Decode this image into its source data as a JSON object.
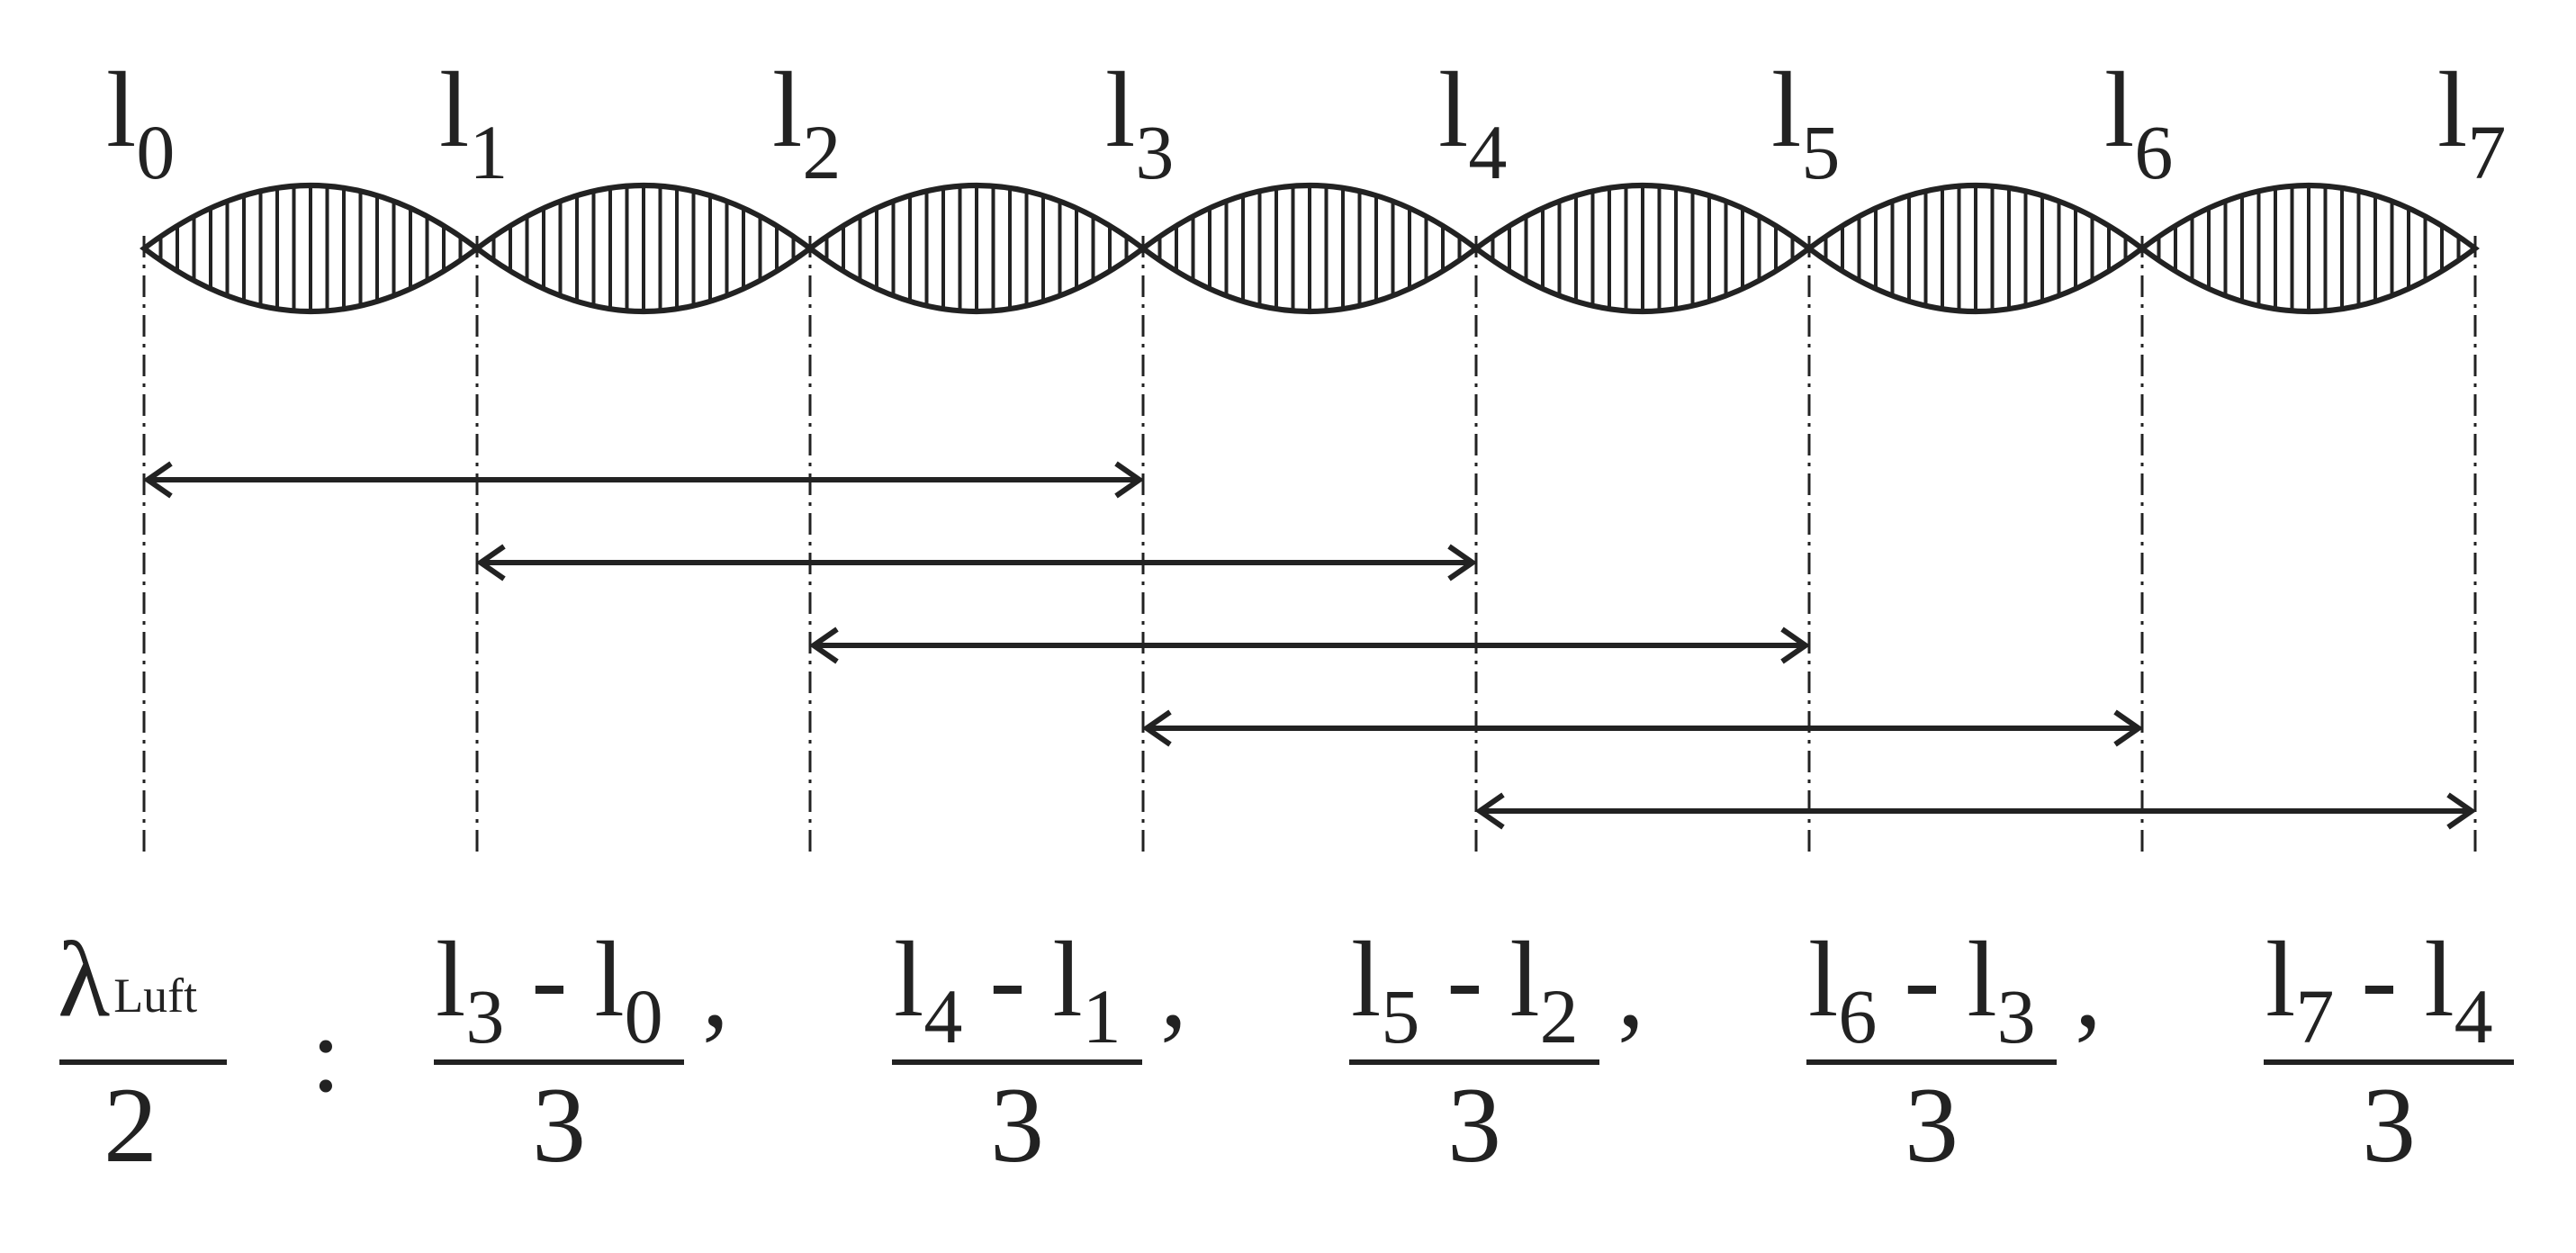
{
  "positions": {
    "main": "l",
    "subs": [
      "0",
      "1",
      "2",
      "3",
      "4",
      "5",
      "6",
      "7"
    ]
  },
  "intervals": [
    [
      0,
      3
    ],
    [
      1,
      4
    ],
    [
      2,
      5
    ],
    [
      3,
      6
    ],
    [
      4,
      7
    ]
  ],
  "formula": {
    "lhs": {
      "symbol": "λ",
      "subscript": "Luft",
      "denominator": "2"
    },
    "colon": ":",
    "separator": ",",
    "fractions": [
      {
        "a_main": "l",
        "a_sub": "3",
        "op": "-",
        "b_main": "l",
        "b_sub": "0",
        "denominator": "3"
      },
      {
        "a_main": "l",
        "a_sub": "4",
        "op": "-",
        "b_main": "l",
        "b_sub": "1",
        "denominator": "3"
      },
      {
        "a_main": "l",
        "a_sub": "5",
        "op": "-",
        "b_main": "l",
        "b_sub": "2",
        "denominator": "3"
      },
      {
        "a_main": "l",
        "a_sub": "6",
        "op": "-",
        "b_main": "l",
        "b_sub": "3",
        "denominator": "3"
      },
      {
        "a_main": "l",
        "a_sub": "7",
        "op": "-",
        "b_main": "l",
        "b_sub": "4",
        "denominator": "3"
      }
    ]
  },
  "colors": {
    "ink": "#222222"
  }
}
